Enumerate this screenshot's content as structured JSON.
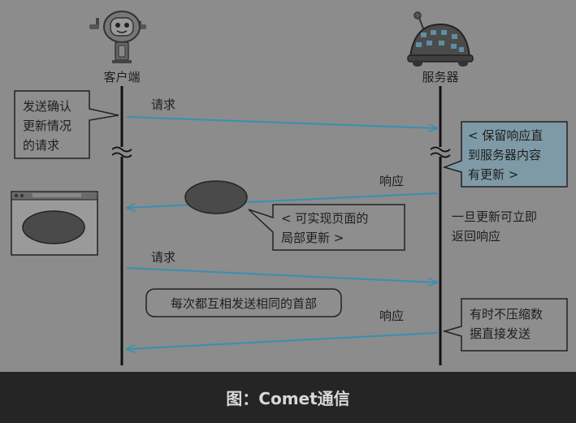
{
  "actors": {
    "client_label": "客户端",
    "server_label": "服务器"
  },
  "messages": {
    "request_1": "请求",
    "response_1": "响应",
    "request_2": "请求",
    "response_2": "响应"
  },
  "notes": {
    "client_request": [
      "发送确认",
      "更新情况",
      "的请求"
    ],
    "server_hold": [
      "< 保留响应直",
      "到服务器内容",
      "有更新 >"
    ],
    "partial_update": [
      "< 可实现页面的",
      "局部更新 >"
    ],
    "return_immediately": [
      "一旦更新可立即",
      "返回响应"
    ],
    "same_header": "每次都互相发送相同的首部",
    "no_compress": [
      "有时不压缩数",
      "据直接发送"
    ]
  },
  "caption": "图：Comet通信",
  "colors": {
    "background": "#8c8c8c",
    "arrow": "#3a8fb0",
    "note_fill": "#8e8e8e",
    "server_note_fill": "#7e9aa6",
    "ellipse": "#4a4a4a"
  }
}
